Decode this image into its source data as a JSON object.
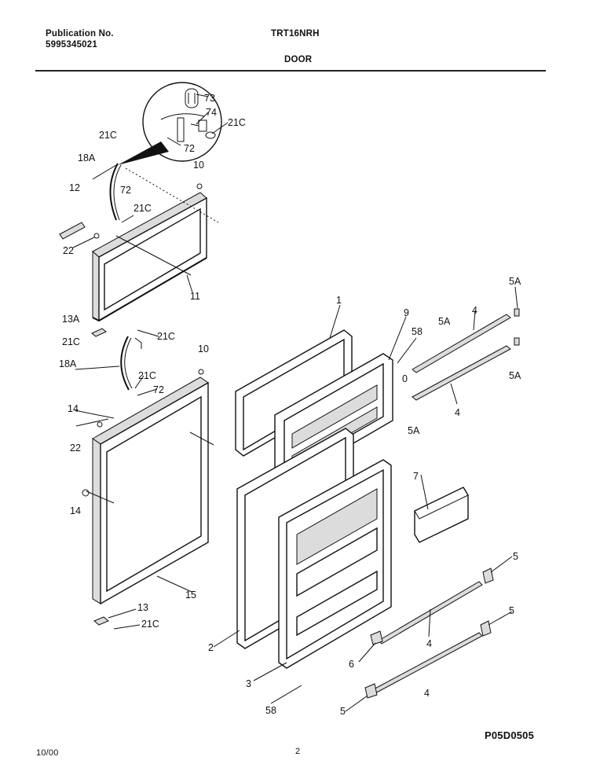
{
  "header": {
    "publication_label": "Publication No.",
    "publication_number": "5995345021",
    "model": "TRT16NRH",
    "section": "DOOR"
  },
  "footer": {
    "date": "10/00",
    "page": "2",
    "code": "P05D0505"
  },
  "callouts": {
    "c73": "73",
    "c74": "74",
    "c21c_a": "21C",
    "c72_a": "72",
    "c21c_b": "21C",
    "c18a_a": "18A",
    "c72_b": "72",
    "c10_a": "10",
    "c12": "12",
    "c21c_c": "21C",
    "c22_a": "22",
    "c11": "11",
    "c13a": "13A",
    "c21c_d": "21C",
    "c21c_e": "21C",
    "c10_b": "10",
    "c18a_b": "18A",
    "c21c_f": "21C",
    "c72_c": "72",
    "c14_a": "14",
    "c22_b": "22",
    "c14_b": "14",
    "c15": "15",
    "c13": "13",
    "c21c_g": "21C",
    "c1": "1",
    "c9": "9",
    "c58_a": "58",
    "c5a_a": "5A",
    "c4_a": "4",
    "c5a_b": "5A",
    "c5a_c": "5A",
    "c0": "0",
    "c4_b": "4",
    "c5a_d": "5A",
    "c7": "7",
    "c5_a": "5",
    "c5_b": "5",
    "c4_c": "4",
    "c6": "6",
    "c2": "2",
    "c3": "3",
    "c58_b": "58",
    "c5_c": "5",
    "c4_d": "4"
  }
}
